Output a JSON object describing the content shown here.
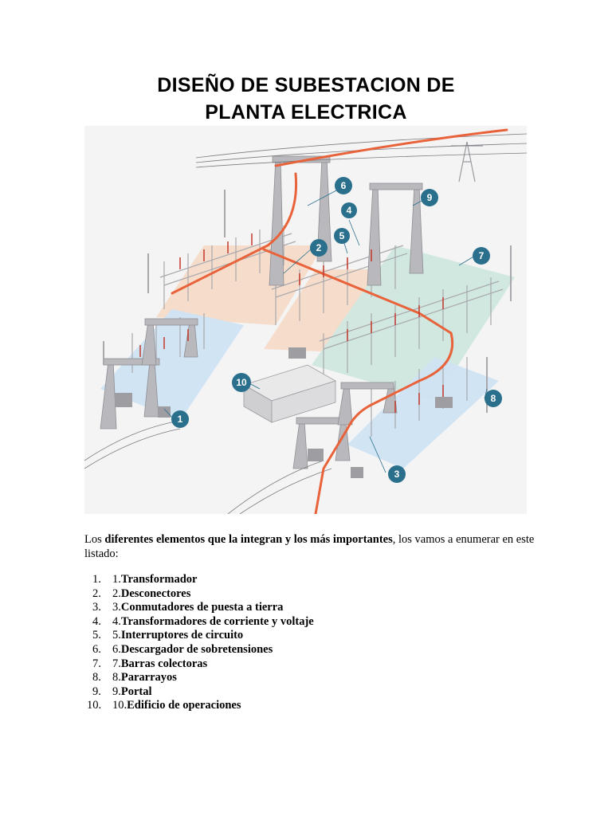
{
  "title_line1": "DISEÑO DE SUBESTACION DE",
  "title_line2": "PLANTA ELECTRICA",
  "intro": {
    "pre": "Los ",
    "bold": "diferentes elementos que la integran y los más importantes",
    "post": ", los vamos a enumerar en este listado:"
  },
  "items": [
    {
      "num": "1.",
      "prefix": "1.",
      "name": "Transformador"
    },
    {
      "num": "2.",
      "prefix": "2.",
      "name": "Desconectores"
    },
    {
      "num": "3.",
      "prefix": "3.",
      "name": "Conmutadores de puesta a tierra"
    },
    {
      "num": "4.",
      "prefix": "4.",
      "name": "Transformadores de corriente y voltaje"
    },
    {
      "num": "5.",
      "prefix": "5.",
      "name": "Interruptores de circuito"
    },
    {
      "num": "6.",
      "prefix": "6.",
      "name": "Descargador de sobretensiones"
    },
    {
      "num": "7.",
      "prefix": "7.",
      "name": "Barras colectoras"
    },
    {
      "num": "8.",
      "prefix": "8.",
      "name": "Pararrayos"
    },
    {
      "num": "9.",
      "prefix": "9.",
      "name": "Portal"
    },
    {
      "num": "10.",
      "prefix": "10.",
      "name": "Edificio de operaciones"
    }
  ],
  "diagram": {
    "callouts": [
      "1",
      "2",
      "3",
      "4",
      "5",
      "6",
      "7",
      "8",
      "9",
      "10"
    ],
    "colors": {
      "badge": "#2a6f8c",
      "cable": "#e8623a",
      "zone_orange": "#f6d9c7",
      "zone_green": "#cfe7df",
      "zone_blue": "#cfe3f3",
      "structure": "#a9a9ad"
    }
  }
}
